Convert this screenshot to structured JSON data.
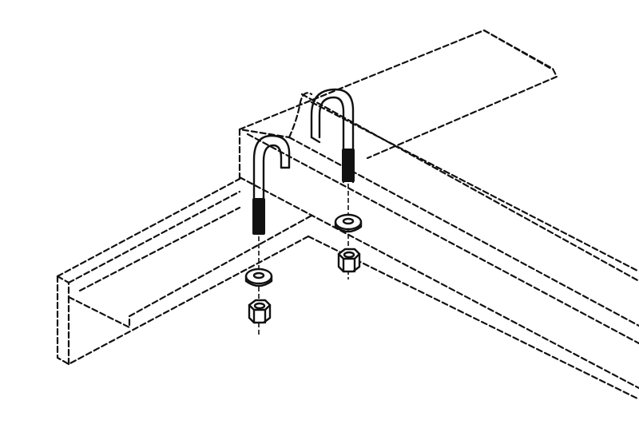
{
  "diagram": {
    "background": "#ffffff",
    "line_color": "#111111",
    "parts": [
      "angle-bracket",
      "flat-bar",
      "j-bolt",
      "washer",
      "hex-nut"
    ]
  }
}
